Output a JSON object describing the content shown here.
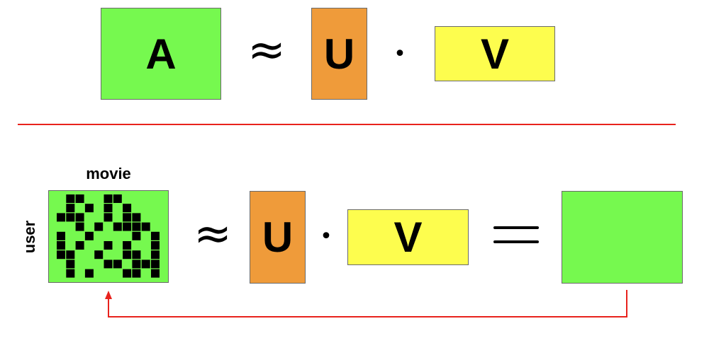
{
  "colors": {
    "green": "#76f94f",
    "orange": "#ef9b3a",
    "yellow": "#fdfd4e",
    "divider": "#e8221d",
    "arrow": "#e8221d",
    "cell": "#000000"
  },
  "top_row": {
    "a_label": "A",
    "approx": "≈",
    "u_label": "U",
    "dot": "•",
    "v_label": "V"
  },
  "bottom_row": {
    "col_label": "movie",
    "row_label": "user",
    "approx": "≈",
    "u_label": "U",
    "dot": "•",
    "v_label": "V"
  },
  "matrix_cells": [
    [
      0,
      1,
      1,
      0,
      0,
      1,
      1,
      0,
      0,
      0,
      0
    ],
    [
      0,
      1,
      0,
      1,
      0,
      1,
      0,
      1,
      0,
      0,
      0
    ],
    [
      1,
      1,
      1,
      0,
      0,
      1,
      0,
      1,
      1,
      0,
      0
    ],
    [
      0,
      0,
      1,
      0,
      1,
      0,
      1,
      1,
      1,
      1,
      0
    ],
    [
      1,
      0,
      0,
      1,
      0,
      0,
      0,
      0,
      1,
      0,
      1
    ],
    [
      1,
      0,
      1,
      0,
      0,
      1,
      0,
      1,
      0,
      0,
      1
    ],
    [
      1,
      1,
      0,
      0,
      1,
      0,
      0,
      1,
      1,
      0,
      1
    ],
    [
      0,
      1,
      0,
      0,
      0,
      1,
      1,
      0,
      1,
      1,
      1
    ],
    [
      0,
      1,
      0,
      1,
      0,
      0,
      0,
      1,
      1,
      0,
      1
    ]
  ]
}
